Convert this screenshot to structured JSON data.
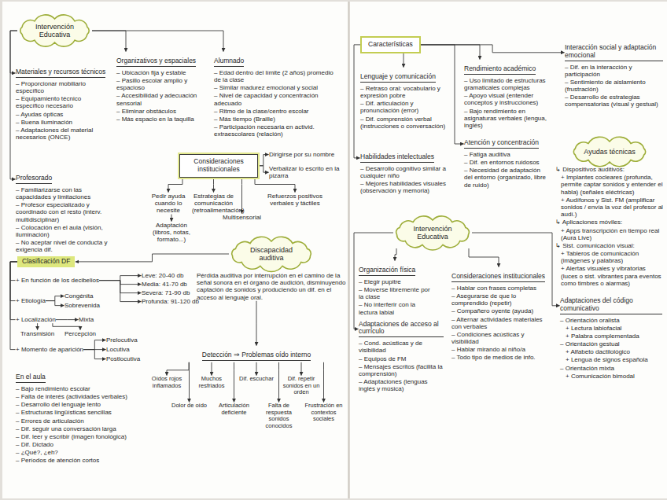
{
  "diagram": {
    "nodes": [
      {
        "text": [
          "Intervención Educativa"
        ]
      },
      {
        "text": [
          "Materiales y recursos técnicos",
          "– Proporcionar mobiliario específico",
          "– Equipamiento técnico específico necesario",
          "– Ayudas ópticas",
          "– Buena iluminación",
          "– Adaptaciones del material necesarios (ONCE)"
        ]
      },
      {
        "text": [
          "Profesorado",
          "– Familiarizarse con las capacidades y limitaciones",
          "– Profesor especializado y coordinado con el resto (interv. multidisciplinar)",
          "– Colocación en el aula (visión, iluminación)",
          "– No aceptar nivel de conducta y exigencia dif."
        ]
      },
      {
        "text": [
          "Organizativos y espaciales",
          "– Ubicación fija y estable",
          "– Pasillo escolar amplio y espacioso",
          "– Accesibilidad y adecuación sensorial",
          "– Eliminar obstáculos",
          "– Más espacio en la taquilla"
        ]
      },
      {
        "text": [
          "Alumnado",
          "– Edad dentro del límite (2 años) promedio de la clase",
          "– Similar madurez emocional y social",
          "– Nivel de capacidad y concentración adecuado",
          "– Ritmo de la clase/centro escolar",
          "– Más tiempo (Braille)",
          "– Participación necesaria en activid. extraescolares (relación)"
        ]
      },
      {
        "text": [
          "Consideraciones institucionales"
        ]
      },
      {
        "text": [
          "Dirigirse por su nombre"
        ]
      },
      {
        "text": [
          "Verbalizar lo escrito en la pizarra"
        ]
      },
      {
        "text": [
          "Pedir ayuda cuando lo necesite"
        ]
      },
      {
        "text": [
          "Estrategias de comunicación (retroalimentación)"
        ]
      },
      {
        "text": [
          "Refuerzos positivos verbales y táctiles"
        ]
      },
      {
        "text": [
          "Multisensorial"
        ]
      },
      {
        "text": [
          "Adaptación (libros, notas, formato...)"
        ]
      },
      {
        "text": [
          "Discapacidad auditiva",
          "Pérdida auditiva por interrupción en el camino de la señal sonora en el órgano de audición, disminuyendo captación de sonidos y produciendo un dif. en el acceso al lenguaje oral."
        ]
      },
      {
        "text": [
          "Clasificación DF"
        ]
      },
      {
        "text": [
          "+ En función de los decibelios"
        ]
      },
      {
        "text": [
          "Leve: 20-40 db"
        ]
      },
      {
        "text": [
          "Media: 41-70 db"
        ]
      },
      {
        "text": [
          "Severa: 71-90 db"
        ]
      },
      {
        "text": [
          "Profunda: 91-120 db"
        ]
      },
      {
        "text": [
          "+ Etiología"
        ]
      },
      {
        "text": [
          "Congénita"
        ]
      },
      {
        "text": [
          "Sobrevenida"
        ]
      },
      {
        "text": [
          "+ Localización"
        ]
      },
      {
        "text": [
          "Mixta"
        ]
      },
      {
        "text": [
          "Transmisión"
        ]
      },
      {
        "text": [
          "Percepción"
        ]
      },
      {
        "text": [
          "+ Momento de aparición"
        ]
      },
      {
        "text": [
          "Prelocutiva"
        ]
      },
      {
        "text": [
          "Locutiva"
        ]
      },
      {
        "text": [
          "Postlocutiva"
        ]
      },
      {
        "text": [
          "En el aula",
          "– Bajo rendimiento escolar",
          "– Falta de interés (actividades verbales)",
          "– Desarrollo del lenguaje lento",
          "– Estructuras lingüísticas sencillas",
          "– Errores de articulación",
          "– Dif. seguir una conversación larga",
          "– Dif. leer y escribir (imagen fonológica)",
          "– Dif. Dictado",
          "– ¿Qué?, ¿eh?",
          "– Períodos de atención cortos"
        ]
      },
      {
        "text": [
          "Detección ⇒ Problemas oído interno"
        ]
      },
      {
        "text": [
          "Oídos rojos inflamados"
        ]
      },
      {
        "text": [
          "Dolor de oído"
        ]
      },
      {
        "text": [
          "Muchos resfriados"
        ]
      },
      {
        "text": [
          "Articulación deficiente"
        ]
      },
      {
        "text": [
          "Dif. escuchar"
        ]
      },
      {
        "text": [
          "Falta de respuesta sonidos conocidos"
        ]
      },
      {
        "text": [
          "Dif. repetir sonidos en un orden"
        ]
      },
      {
        "text": [
          "Frustración en contextos sociales"
        ]
      },
      {
        "text": [
          "Características"
        ]
      },
      {
        "text": [
          "Lenguaje y comunicación",
          "– Retraso oral: vocabulario y expresión pobre",
          "– Dif. articulación y pronunciación (error)",
          "– Dif. comprensión verbal (instrucciones o conversación)"
        ]
      },
      {
        "text": [
          "Rendimiento académico",
          "– Uso limitado de estructuras gramaticales complejas",
          "– Apoyo visual (entender conceptos y instrucciones)",
          "– Bajo rendimiento en asignaturas verbales (lengua, inglés)"
        ]
      },
      {
        "text": [
          "Interacción social y adaptación emocional",
          "– Dif. en la interacción y participación",
          "– Sentimiento de aislamiento (frustración)",
          "– Desarrollo de estrategias compensatorias (visual y gestual)"
        ]
      },
      {
        "text": [
          "Habilidades intelectuales",
          "– Desarrollo cognitivo similar a cualquier niño",
          "– Mejores habilidades visuales (observación y memoria)"
        ]
      },
      {
        "text": [
          "Atención y concentración",
          "– Fatiga auditiva",
          "– Dif. en entornos ruidosos",
          "– Necesidad de adaptación del entorno (organizado, libre de ruido)"
        ]
      },
      {
        "text": [
          "Ayudas técnicas",
          "↳ Dispositivos auditivos:",
          "+ Implantes cocleares (profunda, permite captar sonidos y entender el habla) (señales eléctricas)",
          "+ Audífonos y Sist. FM (amplificar sonidos / envía la voz del profesor al audí.)",
          "↳ Aplicaciones móviles:",
          "+ Apps transcripción en tiempo real (Aura Live)",
          "↳ Sist. comunicación visual:",
          "+ Tableros de comunicación (imágenes y palabras)",
          "+ Alertas visuales y vibratorias (luces o sist. vibrantes para eventos como timbres o alarmas)"
        ]
      },
      {
        "text": [
          "Intervención Educativa"
        ]
      },
      {
        "text": [
          "Organización física",
          "– Elegir pupitre",
          "– Moverse libremente por la clase",
          "– No interferir con la lectura labial"
        ]
      },
      {
        "text": [
          "Adaptaciones de acceso al currículo",
          "– Cond. acústicas y de visibilidad",
          "– Equipos de FM",
          "– Mensajes escritos (facilita la comprensión)",
          "– Adaptaciones (lenguas inglés y música)"
        ]
      },
      {
        "text": [
          "Consideraciones institucionales",
          "– Hablar con frases completas",
          "– Asegurarse de que lo comprendido (repetir)",
          "– Compañero oyente (ayuda)",
          "– Alternar actividades materiales con verbales",
          "– Condiciones acústicas y visibilidad",
          "– Hablar mirando al niño/a",
          "– Todo tipo de medios de info."
        ]
      },
      {
        "text": [
          "Adaptaciones del código comunicativo",
          "– Orientación oralista",
          "+ Lectura labiofacial",
          "+ Palabra complementada",
          "– Orientación gestual",
          "+ Alfabeto dactilológico",
          "+ Lengua de signos española",
          "– Orientación mixta",
          "+ Comunicación bimodal"
        ]
      }
    ],
    "edges": [
      {
        "from": 0,
        "to": 1,
        "arrow": "to"
      },
      {
        "from": 0,
        "to": 2,
        "arrow": "to"
      },
      {
        "from": 0,
        "to": 3,
        "arrow": "to"
      },
      {
        "from": 0,
        "to": 4,
        "arrow": "to"
      },
      {
        "from": 5,
        "to": 6,
        "arrow": "to"
      },
      {
        "from": 5,
        "to": 7,
        "arrow": "to"
      },
      {
        "from": 5,
        "to": 8,
        "arrow": "to"
      },
      {
        "from": 5,
        "to": 9,
        "arrow": "to"
      },
      {
        "from": 5,
        "to": 10,
        "arrow": "to"
      },
      {
        "from": 5,
        "to": 11,
        "arrow": "to"
      },
      {
        "from": 8,
        "to": 12,
        "arrow": "to"
      },
      {
        "from": 13,
        "to": 14,
        "arrow": "to"
      },
      {
        "from": 13,
        "to": 32,
        "arrow": "to"
      },
      {
        "from": 14,
        "to": 15,
        "arrow": "none"
      },
      {
        "from": 14,
        "to": 20,
        "arrow": "none"
      },
      {
        "from": 14,
        "to": 23,
        "arrow": "none"
      },
      {
        "from": 14,
        "to": 27,
        "arrow": "none"
      },
      {
        "from": 15,
        "to": 16,
        "arrow": "to"
      },
      {
        "from": 15,
        "to": 17,
        "arrow": "to"
      },
      {
        "from": 15,
        "to": 18,
        "arrow": "to"
      },
      {
        "from": 15,
        "to": 19,
        "arrow": "to"
      },
      {
        "from": 20,
        "to": 21,
        "arrow": "to"
      },
      {
        "from": 20,
        "to": 22,
        "arrow": "to"
      },
      {
        "from": 23,
        "to": 24,
        "arrow": "to"
      },
      {
        "from": 23,
        "to": 25,
        "arrow": "to"
      },
      {
        "from": 23,
        "to": 26,
        "arrow": "to"
      },
      {
        "from": 27,
        "to": 28,
        "arrow": "to"
      },
      {
        "from": 27,
        "to": 29,
        "arrow": "to"
      },
      {
        "from": 27,
        "to": 30,
        "arrow": "to"
      },
      {
        "from": 32,
        "to": 33,
        "arrow": "to"
      },
      {
        "from": 32,
        "to": 34,
        "arrow": "to"
      },
      {
        "from": 32,
        "to": 35,
        "arrow": "to"
      },
      {
        "from": 32,
        "to": 36,
        "arrow": "to"
      },
      {
        "from": 32,
        "to": 37,
        "arrow": "to"
      },
      {
        "from": 32,
        "to": 38,
        "arrow": "to"
      },
      {
        "from": 32,
        "to": 39,
        "arrow": "to"
      },
      {
        "from": 32,
        "to": 40,
        "arrow": "to"
      },
      {
        "from": 41,
        "to": 42,
        "arrow": "to"
      },
      {
        "from": 41,
        "to": 43,
        "arrow": "to"
      },
      {
        "from": 41,
        "to": 44,
        "arrow": "to"
      },
      {
        "from": 41,
        "to": 45,
        "arrow": "to"
      },
      {
        "from": 41,
        "to": 46,
        "arrow": "to"
      },
      {
        "from": 48,
        "to": 49,
        "arrow": "to"
      },
      {
        "from": 48,
        "to": 50,
        "arrow": "to"
      },
      {
        "from": 48,
        "to": 51,
        "arrow": "to"
      },
      {
        "from": 48,
        "to": 52,
        "arrow": "to"
      }
    ]
  }
}
